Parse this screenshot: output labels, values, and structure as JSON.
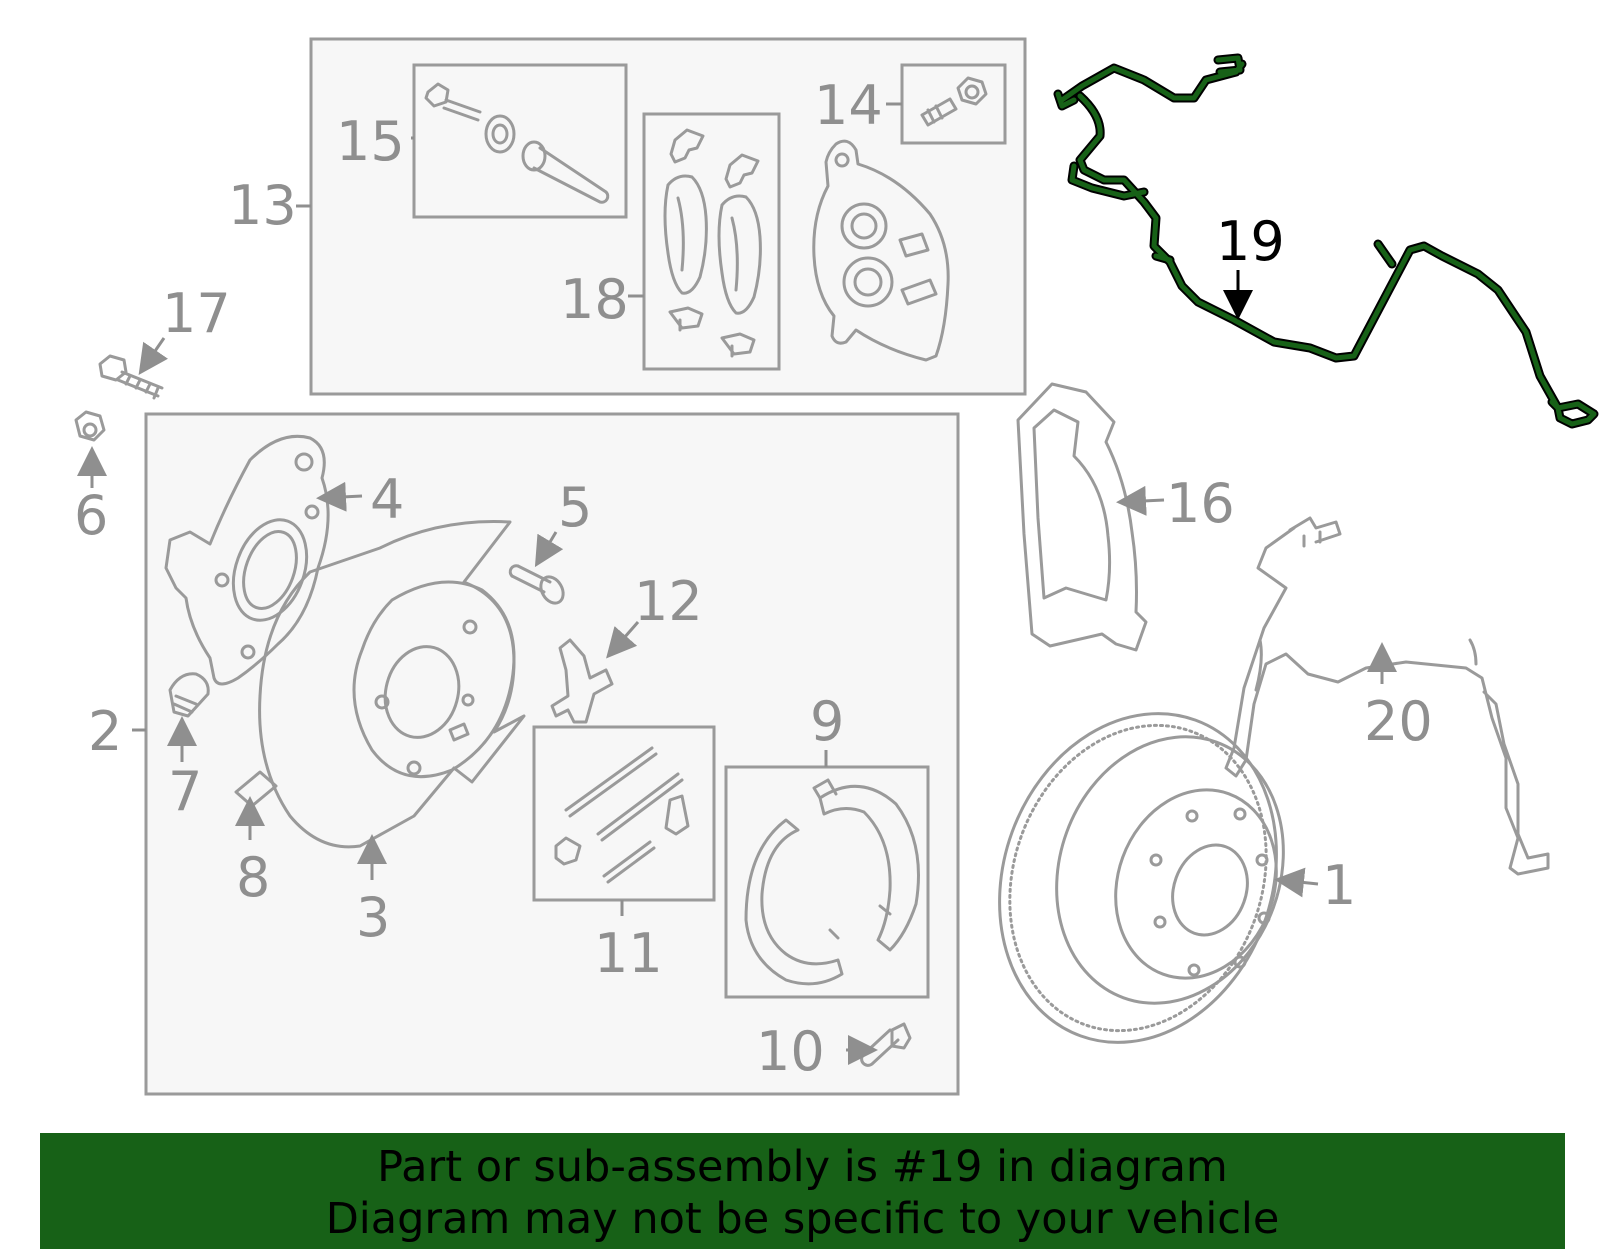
{
  "diagram": {
    "highlight_color": "#176117",
    "highlighted_part": "19",
    "callouts": {
      "c1": "1",
      "c2": "2",
      "c3": "3",
      "c4": "4",
      "c5": "5",
      "c6": "6",
      "c7": "7",
      "c8": "8",
      "c9": "9",
      "c10": "10",
      "c11": "11",
      "c12": "12",
      "c13": "13",
      "c14": "14",
      "c15": "15",
      "c16": "16",
      "c17": "17",
      "c18": "18",
      "c19": "19",
      "c20": "20"
    }
  },
  "banner": {
    "line1": "Part or sub-assembly is #19 in diagram",
    "line2": "Diagram may not be specific to your vehicle"
  }
}
